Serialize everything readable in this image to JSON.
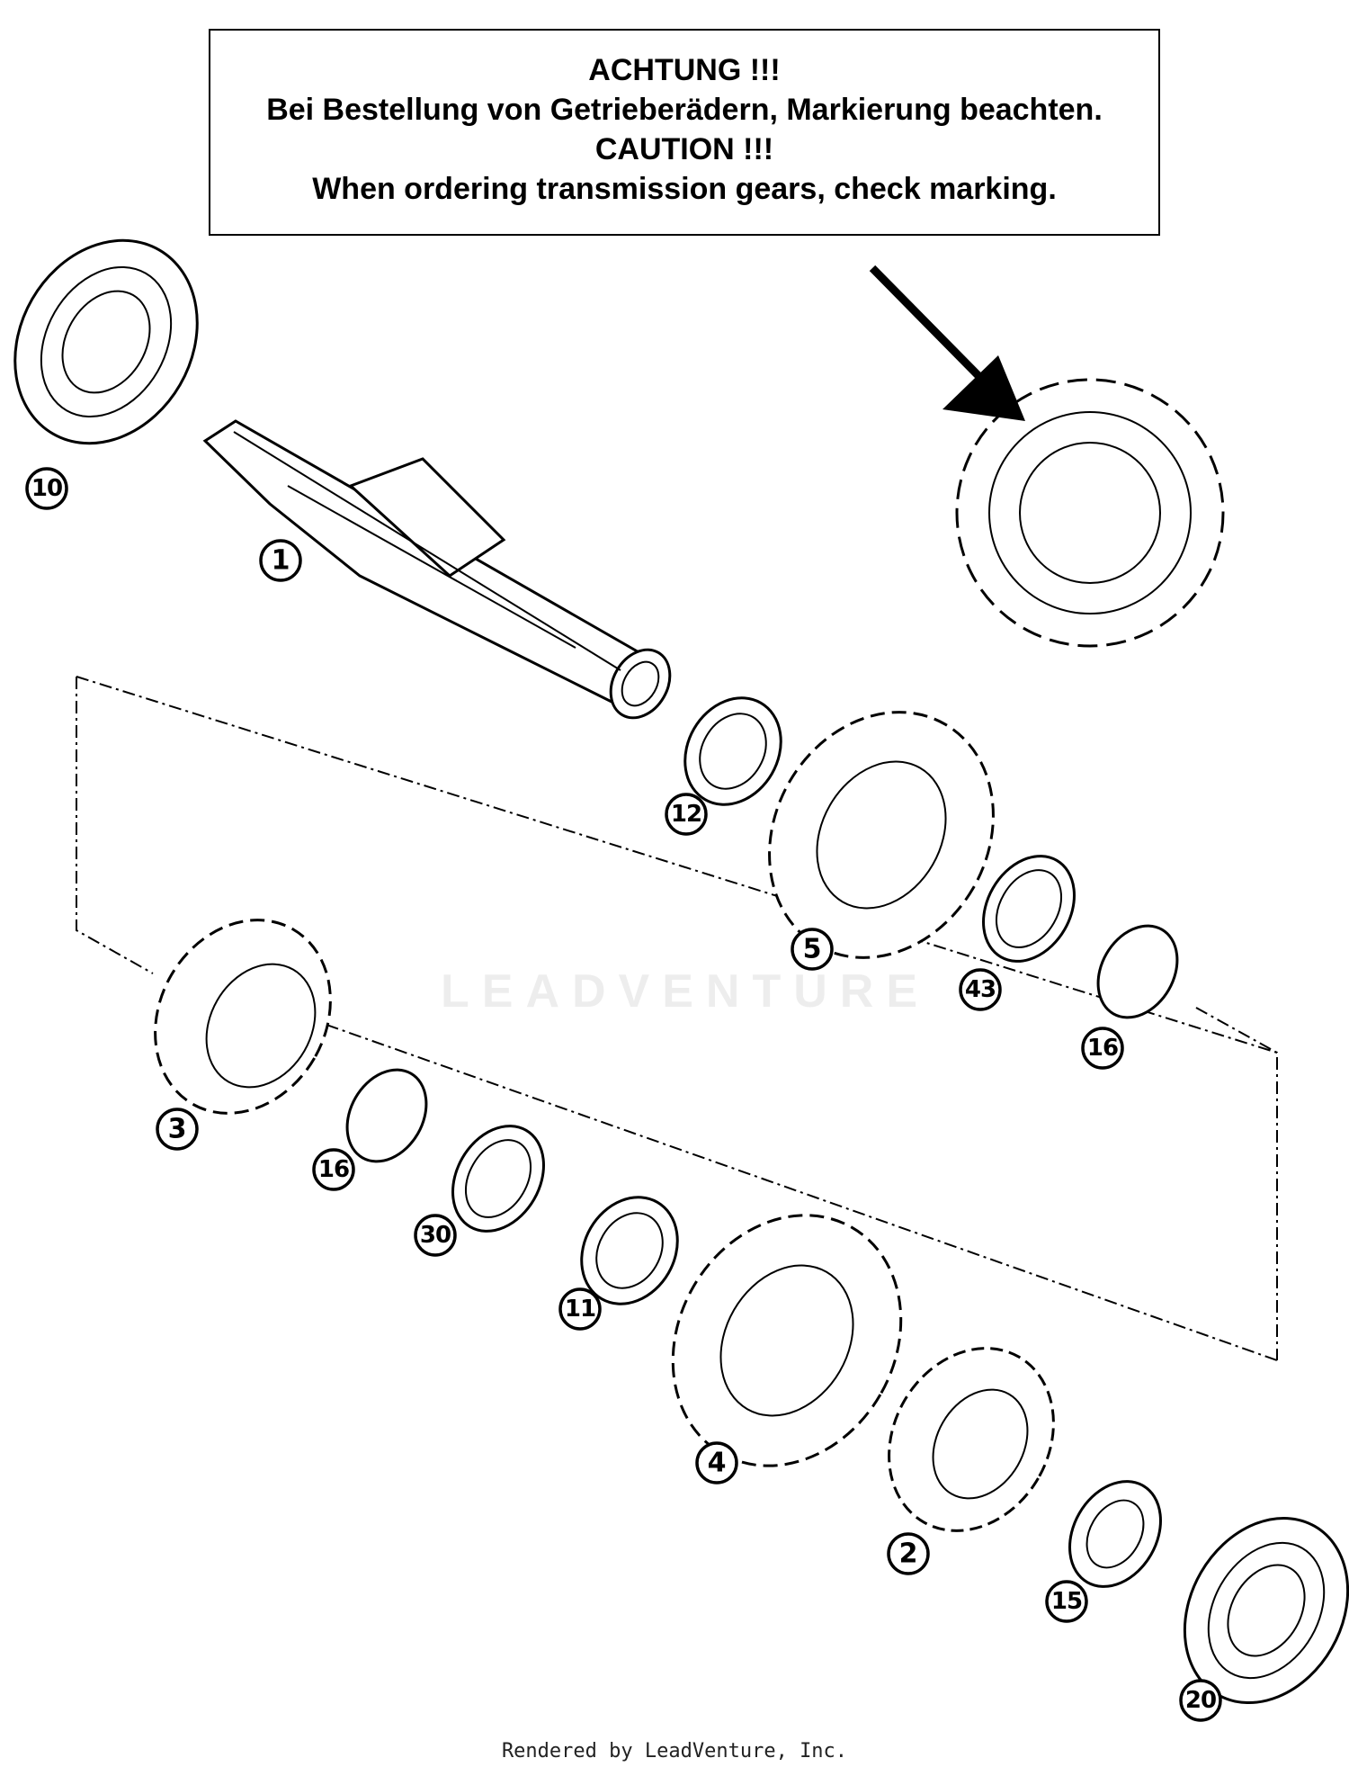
{
  "notice": {
    "line1": "ACHTUNG !!!",
    "line2": "Bei Bestellung von Getrieberädern, Markierung beachten.",
    "line3": "CAUTION !!!",
    "line4": "When ordering transmission gears, check marking."
  },
  "callouts": [
    "10",
    "1",
    "12",
    "5",
    "43",
    "16",
    "3",
    "16",
    "30",
    "11",
    "4",
    "2",
    "15",
    "20"
  ],
  "watermark": "LEADVENTURE",
  "footer": "Rendered by LeadVenture, Inc."
}
